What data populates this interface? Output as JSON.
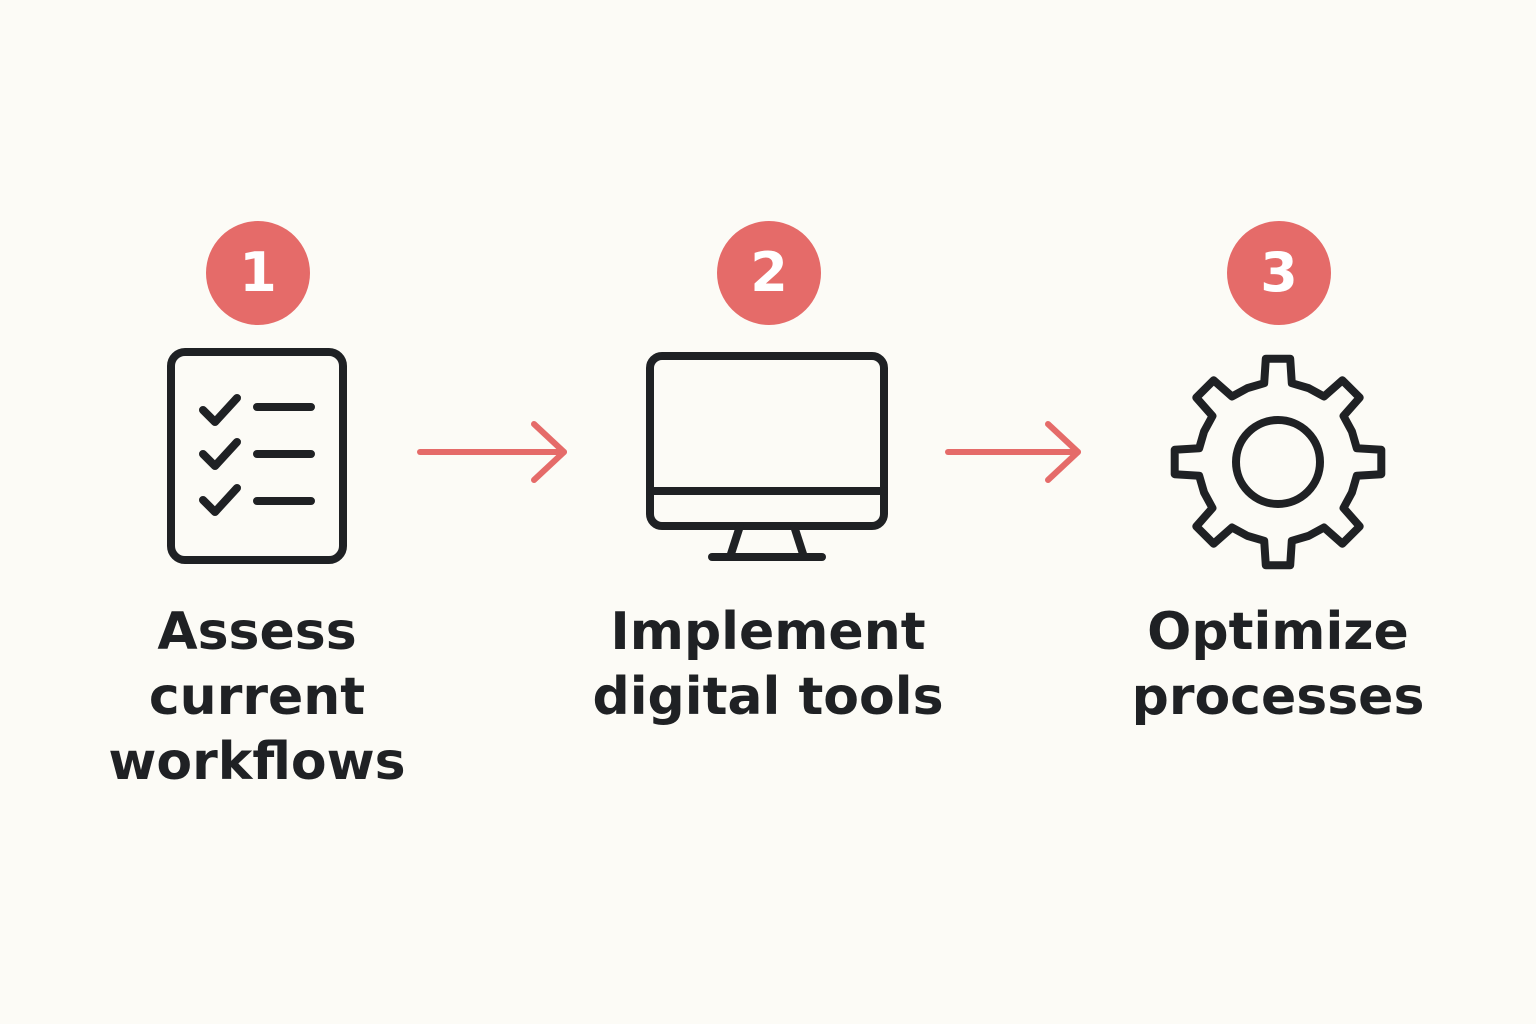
{
  "colors": {
    "background": "#fcfbf6",
    "accent": "#e56b69",
    "ink": "#1f2124"
  },
  "steps": [
    {
      "number": "1",
      "icon": "checklist-icon",
      "label": "Assess\ncurrent\nworkflows"
    },
    {
      "number": "2",
      "icon": "monitor-icon",
      "label": "Implement\ndigital tools"
    },
    {
      "number": "3",
      "icon": "gear-icon",
      "label": "Optimize\nprocesses"
    }
  ]
}
